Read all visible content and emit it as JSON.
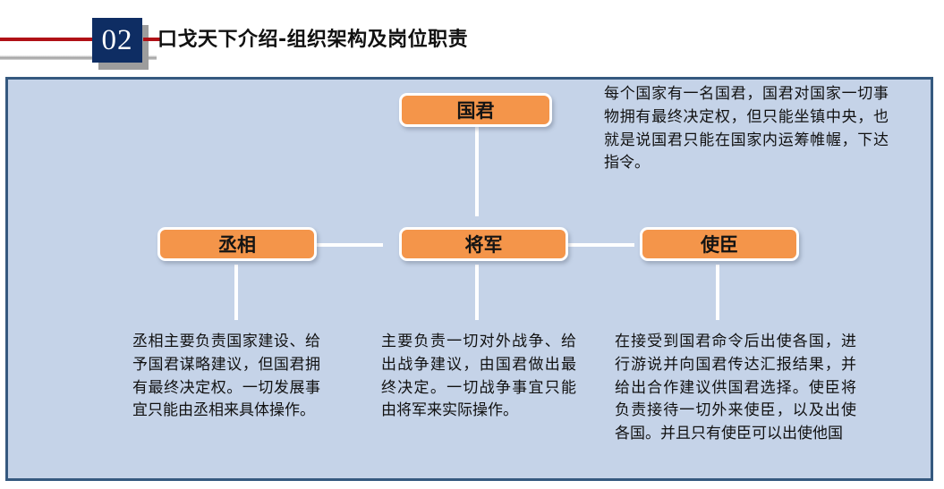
{
  "header": {
    "section_number": "02",
    "title": "口戈天下介绍-组织架构及岗位职责",
    "accent_red": "#b01116",
    "badge_navy": "#0e2d63"
  },
  "panel": {
    "background": "#c5d3e8",
    "border_color": "#35597f"
  },
  "org_chart": {
    "node_color": "#f4954a",
    "connector_color": "#ffffff",
    "nodes": [
      {
        "id": "ruler",
        "label": "国君"
      },
      {
        "id": "chancellor",
        "label": "丞相"
      },
      {
        "id": "general",
        "label": "将军"
      },
      {
        "id": "envoy",
        "label": "使臣"
      }
    ],
    "descriptions": [
      {
        "id": "ruler-desc",
        "for": "国君",
        "text": "每个国家有一名国君，国君对国家一切事物拥有最终决定权，但只能坐镇中央，也就是说国君只能在国家内运筹帷幄，下达指令。"
      },
      {
        "id": "chancellor-desc",
        "for": "丞相",
        "text": "丞相主要负责国家建设、给予国君谋略建议，但国君拥有最终决定权。一切发展事宜只能由丞相来具体操作。"
      },
      {
        "id": "general-desc",
        "for": "将军",
        "text": "主要负责一切对外战争、给出战争建议，由国君做出最终决定。一切战争事宜只能由将军来实际操作。"
      },
      {
        "id": "envoy-desc",
        "for": "使臣",
        "text": "在接受到国君命令后出使各国，进行游说并向国君传达汇报结果，并给出合作建议供国君选择。使臣将负责接待一切外来使臣，以及出使各国。并且只有使臣可以出使他国"
      }
    ]
  }
}
